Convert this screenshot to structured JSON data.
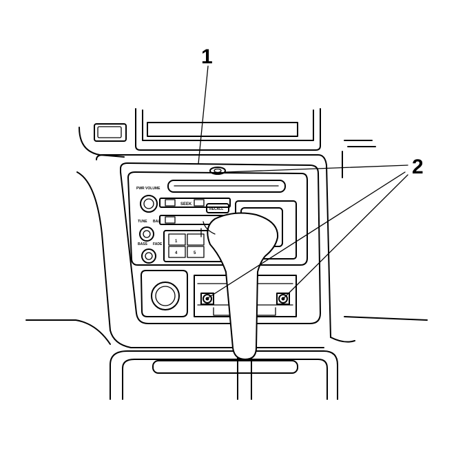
{
  "callouts": {
    "one": "1",
    "two": "2"
  },
  "radio": {
    "pwr_volume": "PWR VOLUME",
    "seek": "SEEK",
    "recall": "RECALL",
    "tune": "TUNE",
    "bal": "BAL",
    "bass": "BASS",
    "fade": "FADE",
    "preset_1": "1",
    "preset_4": "4",
    "preset_5": "5"
  },
  "colors": {
    "line": "#000000",
    "background": "#ffffff"
  }
}
